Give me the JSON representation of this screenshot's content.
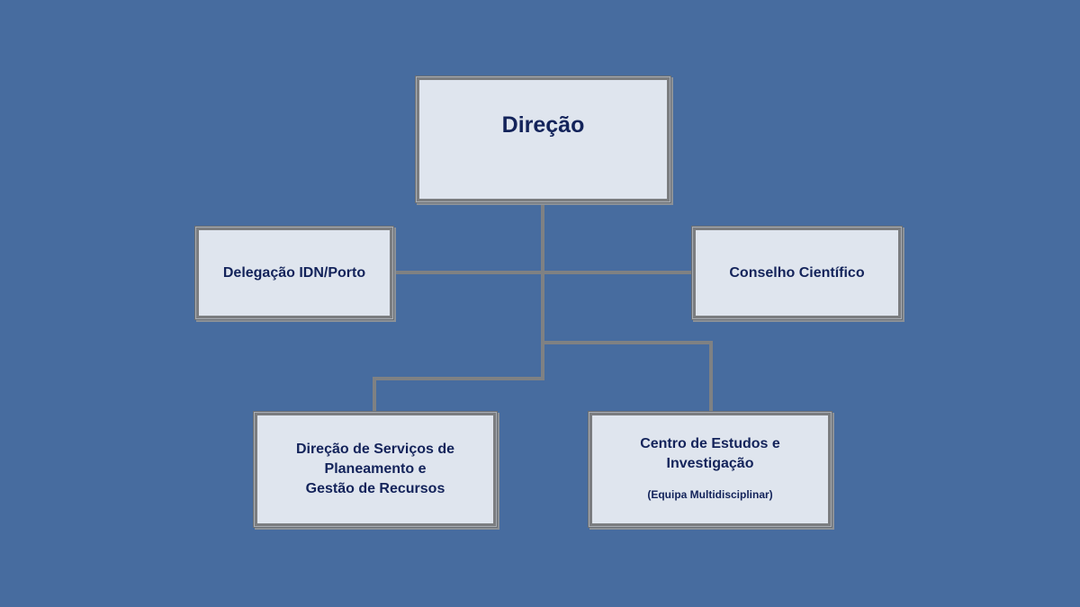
{
  "org_chart": {
    "root": {
      "label": "Direção"
    },
    "side_units": [
      {
        "label": "Delegação IDN/Porto"
      },
      {
        "label": "Conselho Científico"
      }
    ],
    "bottom_units": [
      {
        "lines": [
          "Direção de Serviços de",
          "Planeamento e",
          "Gestão de Recursos"
        ]
      },
      {
        "lines": [
          "Centro de Estudos e",
          "Investigação"
        ],
        "sublabel": "(Equipa Multidisciplinar)"
      }
    ]
  },
  "colors": {
    "background": "#476c9f",
    "box_fill": "#dfe5ee",
    "box_border": "#7b7d80",
    "text": "#13235a",
    "connector": "#7f8183"
  }
}
